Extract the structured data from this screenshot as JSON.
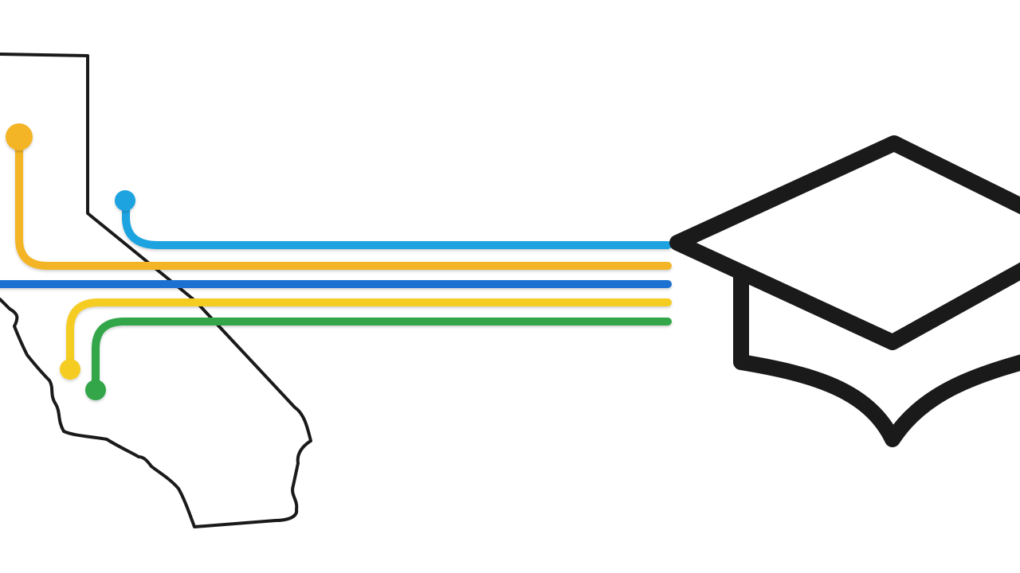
{
  "scene": {
    "subject": "pathways-to-graduation",
    "background": "#ffffff",
    "outline_color": "#1a1a1a",
    "icons": [
      "california-map-icon",
      "graduation-cap-icon"
    ]
  },
  "pathways": [
    {
      "id": "blue-top",
      "color": "#1aa3e0"
    },
    {
      "id": "orange",
      "color": "#f3b426"
    },
    {
      "id": "dark-blue",
      "color": "#1f6fd1"
    },
    {
      "id": "yellow",
      "color": "#f5cc20"
    },
    {
      "id": "green",
      "color": "#33a64a"
    }
  ]
}
